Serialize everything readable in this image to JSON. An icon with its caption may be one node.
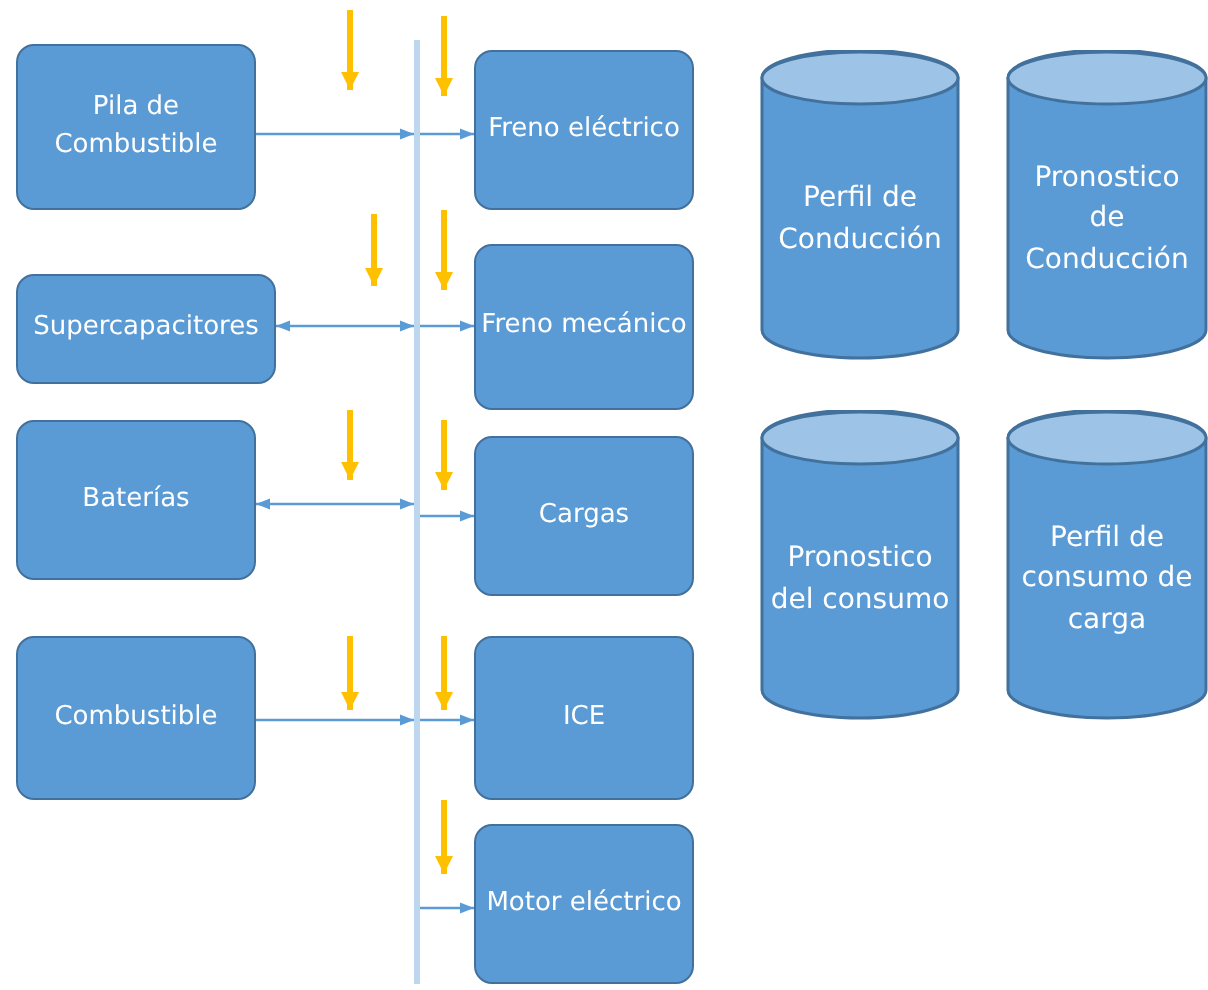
{
  "diagram": {
    "nodes": [
      {
        "text": [
          "Pila de Combustible"
        ]
      },
      {
        "text": [
          "Supercapacitores"
        ]
      },
      {
        "text": [
          "Baterías"
        ]
      },
      {
        "text": [
          "Combustible"
        ]
      },
      {
        "text": [],
        "shape": "bar"
      },
      {
        "text": [
          "Freno eléctrico"
        ]
      },
      {
        "text": [
          "Freno mecánico"
        ]
      },
      {
        "text": [
          "Cargas"
        ]
      },
      {
        "text": [
          "ICE"
        ]
      },
      {
        "text": [
          "Motor eléctrico"
        ]
      },
      {
        "text": [
          "Perfil de Conducción"
        ]
      },
      {
        "text": [
          "Pronostico de Conducción"
        ]
      },
      {
        "text": [
          "Pronostico del consumo"
        ]
      },
      {
        "text": [
          "Perfil de consumo de carga"
        ]
      }
    ],
    "edges": [
      {
        "from": 0,
        "to": 4,
        "arrow": "to"
      },
      {
        "from": 1,
        "to": 4,
        "arrow": "both"
      },
      {
        "from": 2,
        "to": 4,
        "arrow": "both"
      },
      {
        "from": 3,
        "to": 4,
        "arrow": "to"
      },
      {
        "from": 4,
        "to": 5,
        "arrow": "to"
      },
      {
        "from": 4,
        "to": 6,
        "arrow": "to"
      },
      {
        "from": 4,
        "to": 7,
        "arrow": "to"
      },
      {
        "from": 4,
        "to": 8,
        "arrow": "to"
      },
      {
        "from": 4,
        "to": 9,
        "arrow": "to"
      }
    ]
  }
}
